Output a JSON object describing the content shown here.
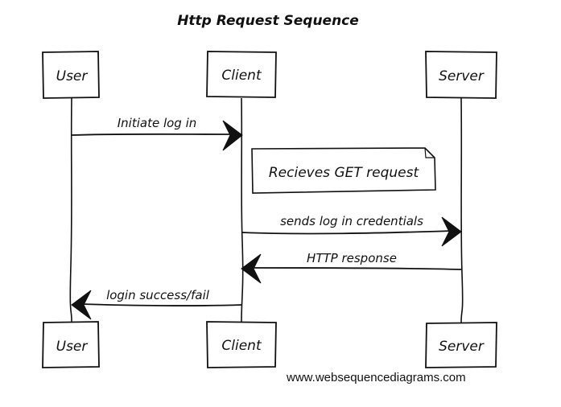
{
  "diagram": {
    "title": "Http Request Sequence",
    "participants": [
      {
        "id": "user",
        "top_label": "User",
        "bottom_label": "User"
      },
      {
        "id": "client",
        "top_label": "Client",
        "bottom_label": "Client"
      },
      {
        "id": "server",
        "top_label": "Server",
        "bottom_label": "Server"
      }
    ],
    "messages": [
      {
        "from": "user",
        "to": "client",
        "label": "Initiate log in"
      },
      {
        "from": "client",
        "to": "server",
        "label": "sends log in credentials"
      },
      {
        "from": "server",
        "to": "client",
        "label": "HTTP response"
      },
      {
        "from": "client",
        "to": "user",
        "label": "login success/fail"
      }
    ],
    "note": {
      "over": "client",
      "text": "Recieves GET request"
    },
    "watermark": "www.websequencediagrams.com"
  }
}
